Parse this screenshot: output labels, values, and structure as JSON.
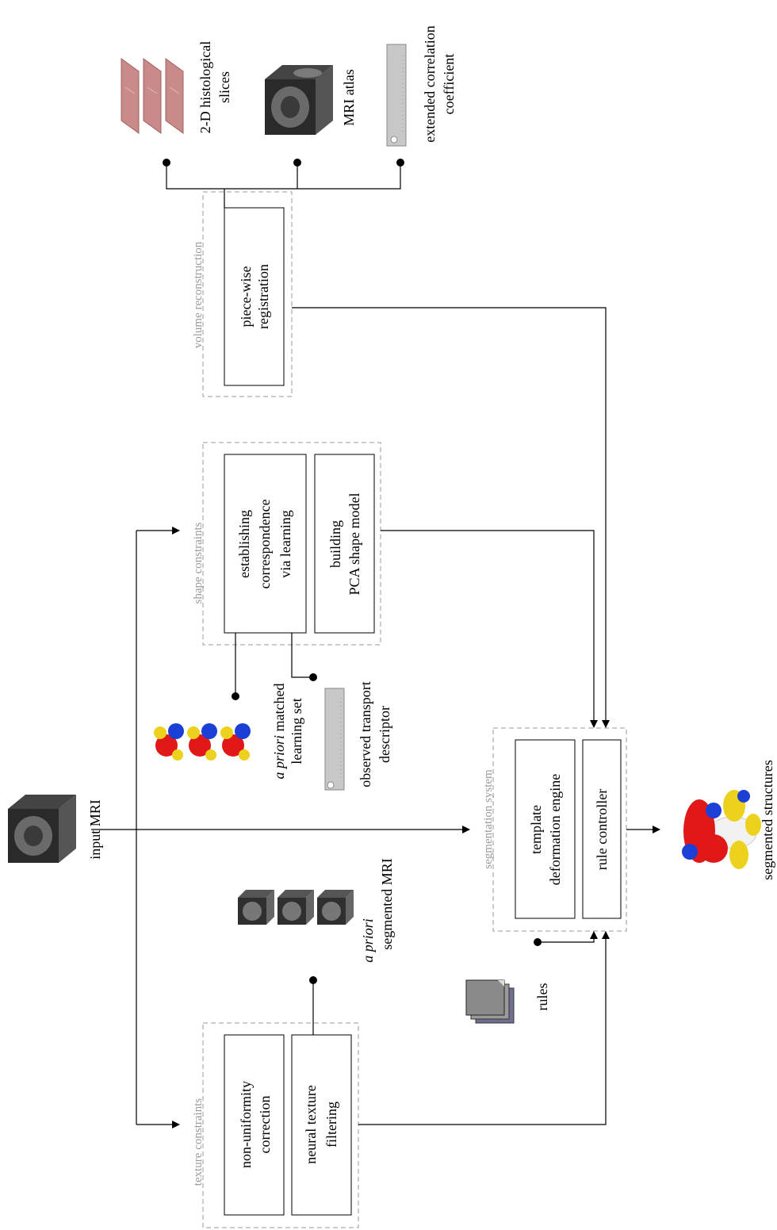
{
  "title": "",
  "groups": {
    "volume_reconstruction": "volume reconstruction",
    "shape_constraints": "shape constraints",
    "segmentation_system": "segmentation system",
    "texture_constraints": "texture constraints"
  },
  "boxes": {
    "piecewise": [
      "piece-wise",
      "registration"
    ],
    "correspondence": [
      "establishing",
      "correspondence",
      "via learning"
    ],
    "pca": [
      "building",
      "PCA shape model"
    ],
    "template": [
      "template",
      "deformation engine"
    ],
    "rule": [
      "rule controller"
    ],
    "nonuniform": [
      "non-uniformity",
      "correction"
    ],
    "neural": [
      "neural texture",
      "filtering"
    ]
  },
  "labels": {
    "histological": [
      "2-D histological",
      "slices"
    ],
    "mri_atlas": "MRI atlas",
    "ext_corr": [
      "extended correlation",
      "coefficient"
    ],
    "apriori_italic": "a priori",
    "matched": " matched",
    "learning_set": "learning set",
    "observed": [
      "observed transport",
      "descriptor"
    ],
    "input_mri": "input MRI",
    "segmented_mri": "segmented MRI",
    "rules": "rules",
    "segmented_structures": "segmented structures"
  },
  "colors": {
    "histology": "#c98a8a",
    "struct_red": "#e01818",
    "struct_blue": "#1c3fd6",
    "struct_yellow": "#ecd21c",
    "group_border": "#9a9a9a",
    "gauge": "#c8c8c8"
  }
}
